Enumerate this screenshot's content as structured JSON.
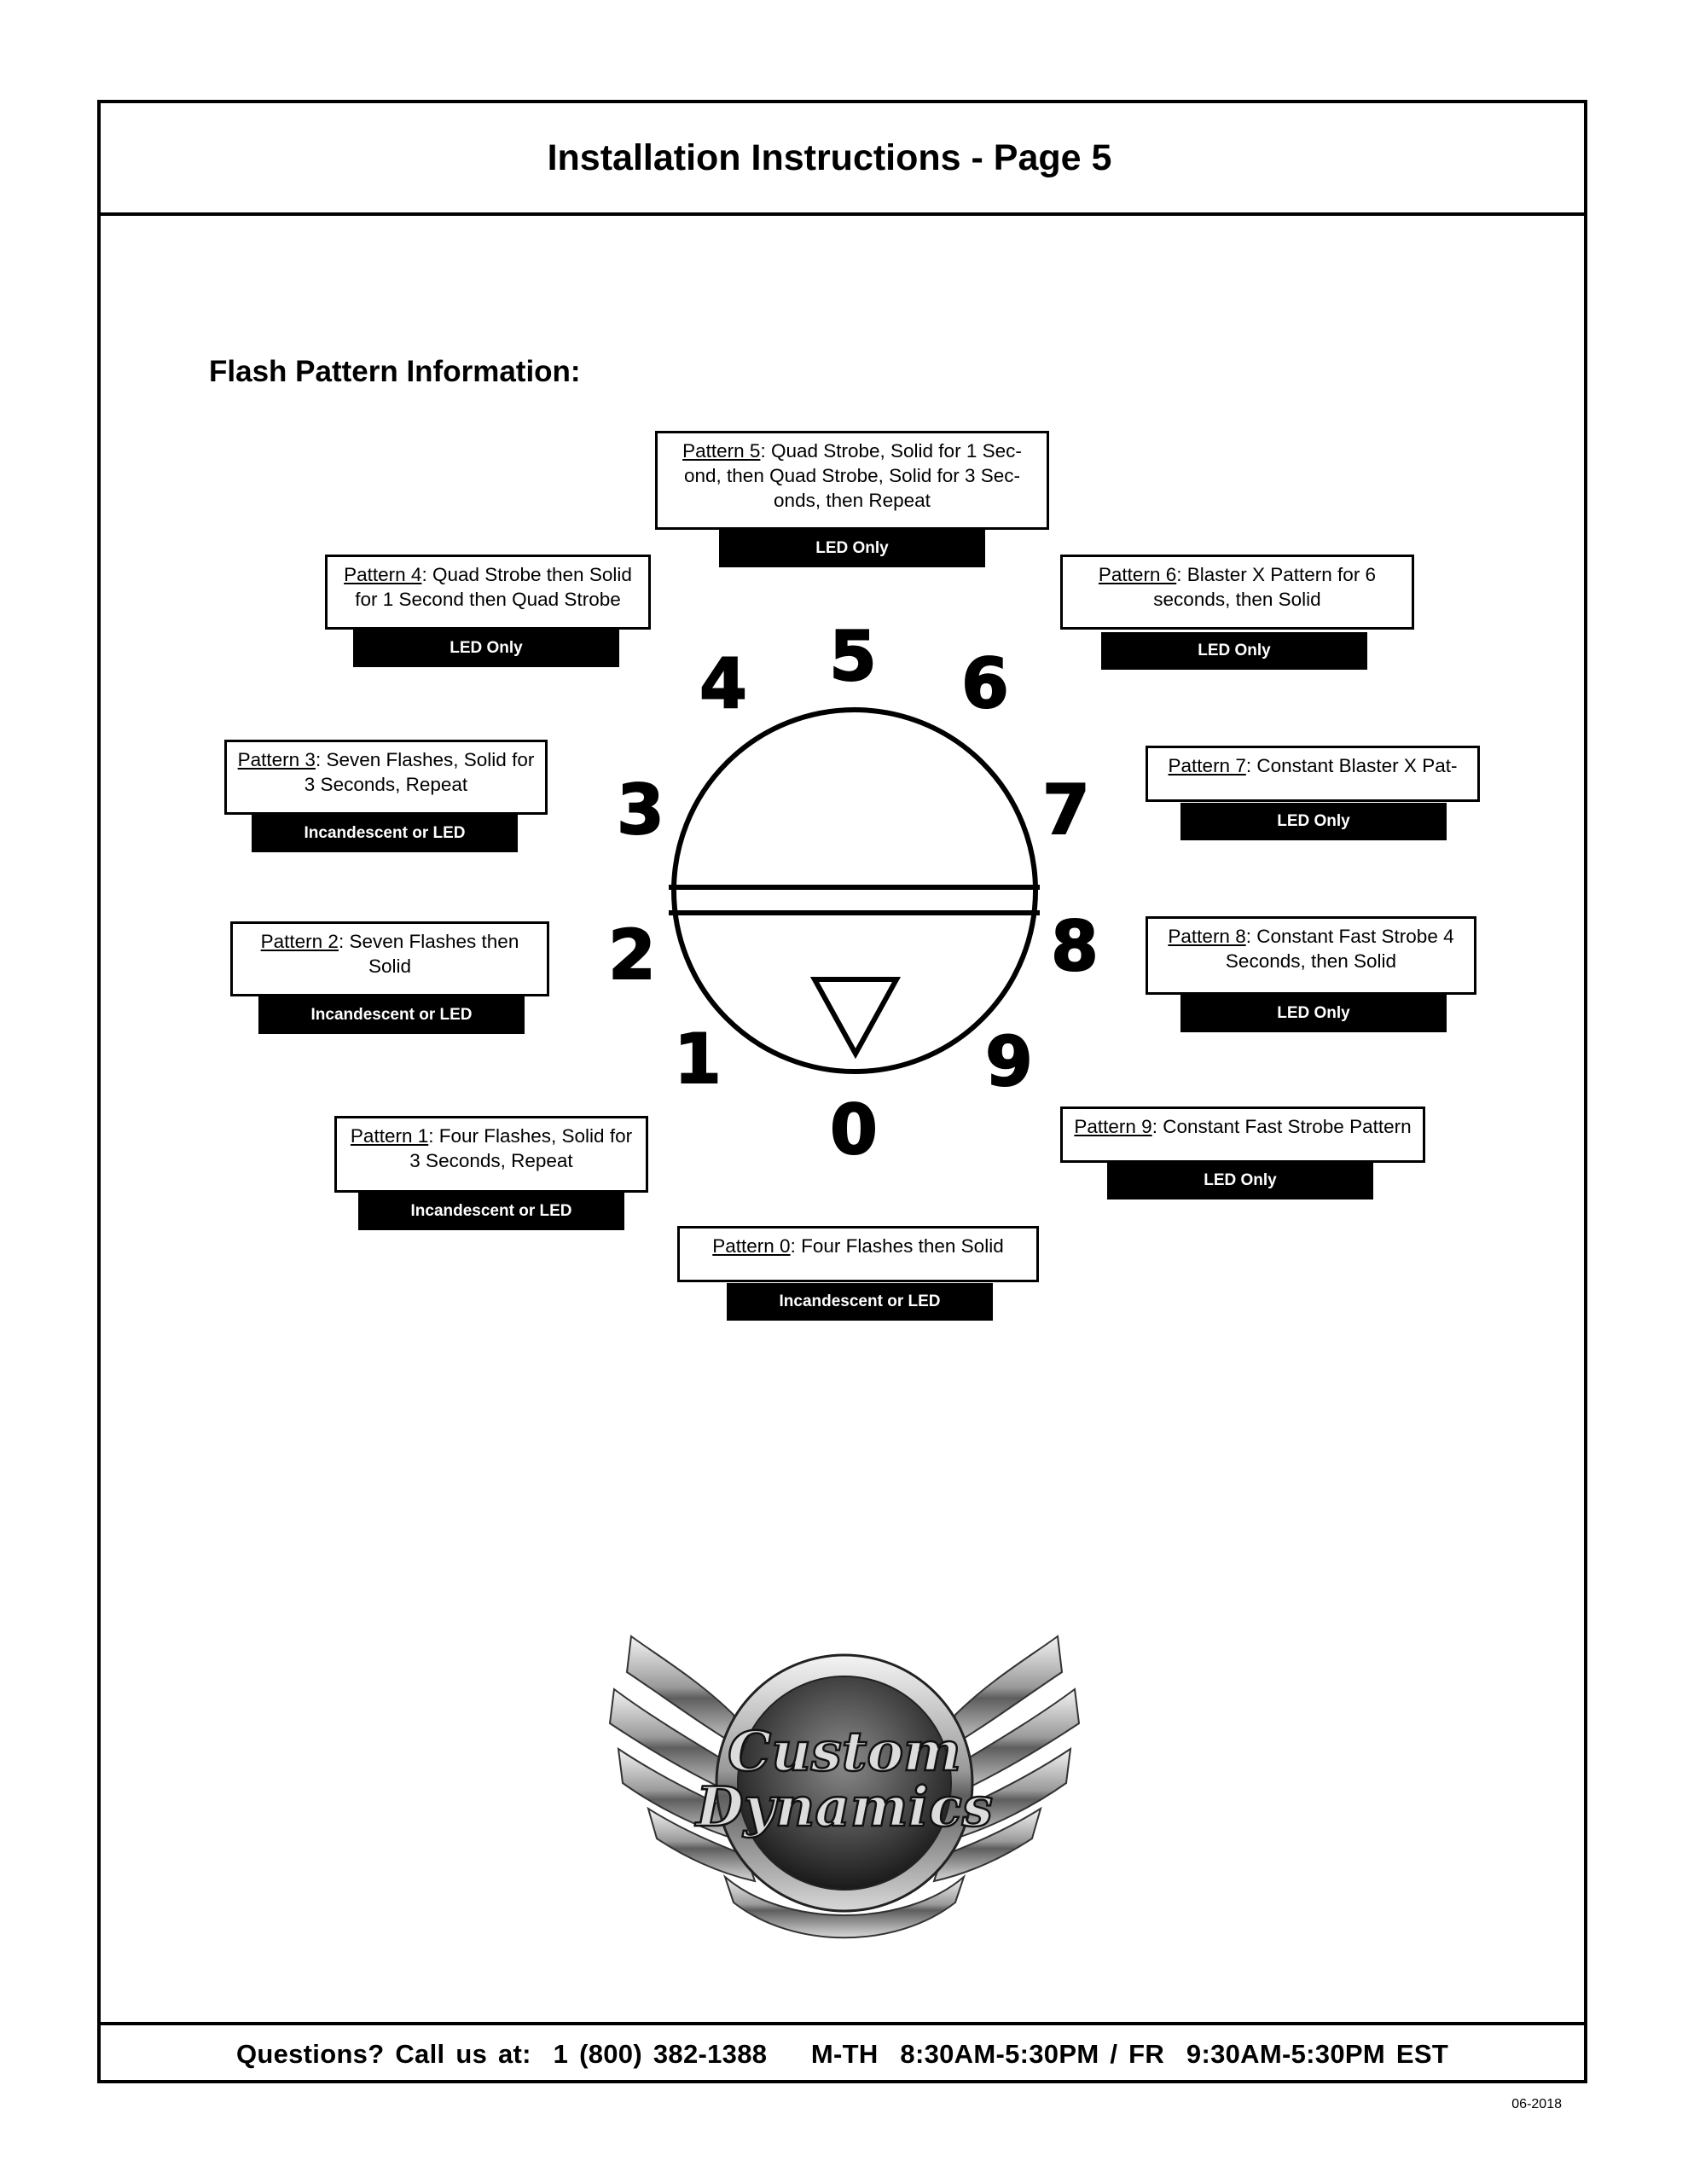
{
  "header": {
    "title": "Installation Instructions - Page 5"
  },
  "section": {
    "title": "Flash Pattern Information:"
  },
  "dial": {
    "numbers": [
      "0",
      "1",
      "2",
      "3",
      "4",
      "5",
      "6",
      "7",
      "8",
      "9"
    ]
  },
  "patterns": [
    {
      "id": "0",
      "label": "Pattern 0",
      "text": ":  Four Flashes then Solid",
      "tag": "Incandescent or LED"
    },
    {
      "id": "1",
      "label": "Pattern 1",
      "text": ":  Four Flashes, Solid for 3 Seconds, Repeat",
      "tag": "Incandescent or LED"
    },
    {
      "id": "2",
      "label": "Pattern 2",
      "text": ":  Seven Flashes then Solid",
      "tag": "Incandescent or LED"
    },
    {
      "id": "3",
      "label": "Pattern 3",
      "text": ":  Seven Flashes, Solid for 3 Seconds, Repeat",
      "tag": "Incandescent or LED"
    },
    {
      "id": "4",
      "label": "Pattern 4",
      "text": ":  Quad Strobe then Solid for 1 Second then Quad Strobe",
      "tag": "LED Only"
    },
    {
      "id": "5",
      "label": "Pattern 5",
      "text": ":  Quad Strobe, Solid for 1 Sec- ond, then Quad Strobe, Solid for 3 Sec- onds, then Repeat",
      "tag": "LED Only"
    },
    {
      "id": "6",
      "label": "Pattern 6",
      "text": ":  Blaster X Pattern for 6 seconds, then Solid",
      "tag": "LED Only"
    },
    {
      "id": "7",
      "label": "Pattern 7",
      "text": ":  Constant Blaster X Pat-",
      "tag": "LED Only"
    },
    {
      "id": "8",
      "label": "Pattern 8",
      "text": ":  Constant Fast Strobe 4 Seconds, then Solid",
      "tag": "LED Only"
    },
    {
      "id": "9",
      "label": "Pattern 9",
      "text": ":  Constant Fast Strobe Pattern",
      "tag": "LED Only"
    }
  ],
  "logo": {
    "line1": "Custom",
    "line2": "Dynamics"
  },
  "footer": {
    "text": "Questions? Call us at:  1 (800) 382-1388    M-TH  8:30AM-5:30PM / FR  9:30AM-5:30PM EST"
  },
  "date_code": "06-2018"
}
